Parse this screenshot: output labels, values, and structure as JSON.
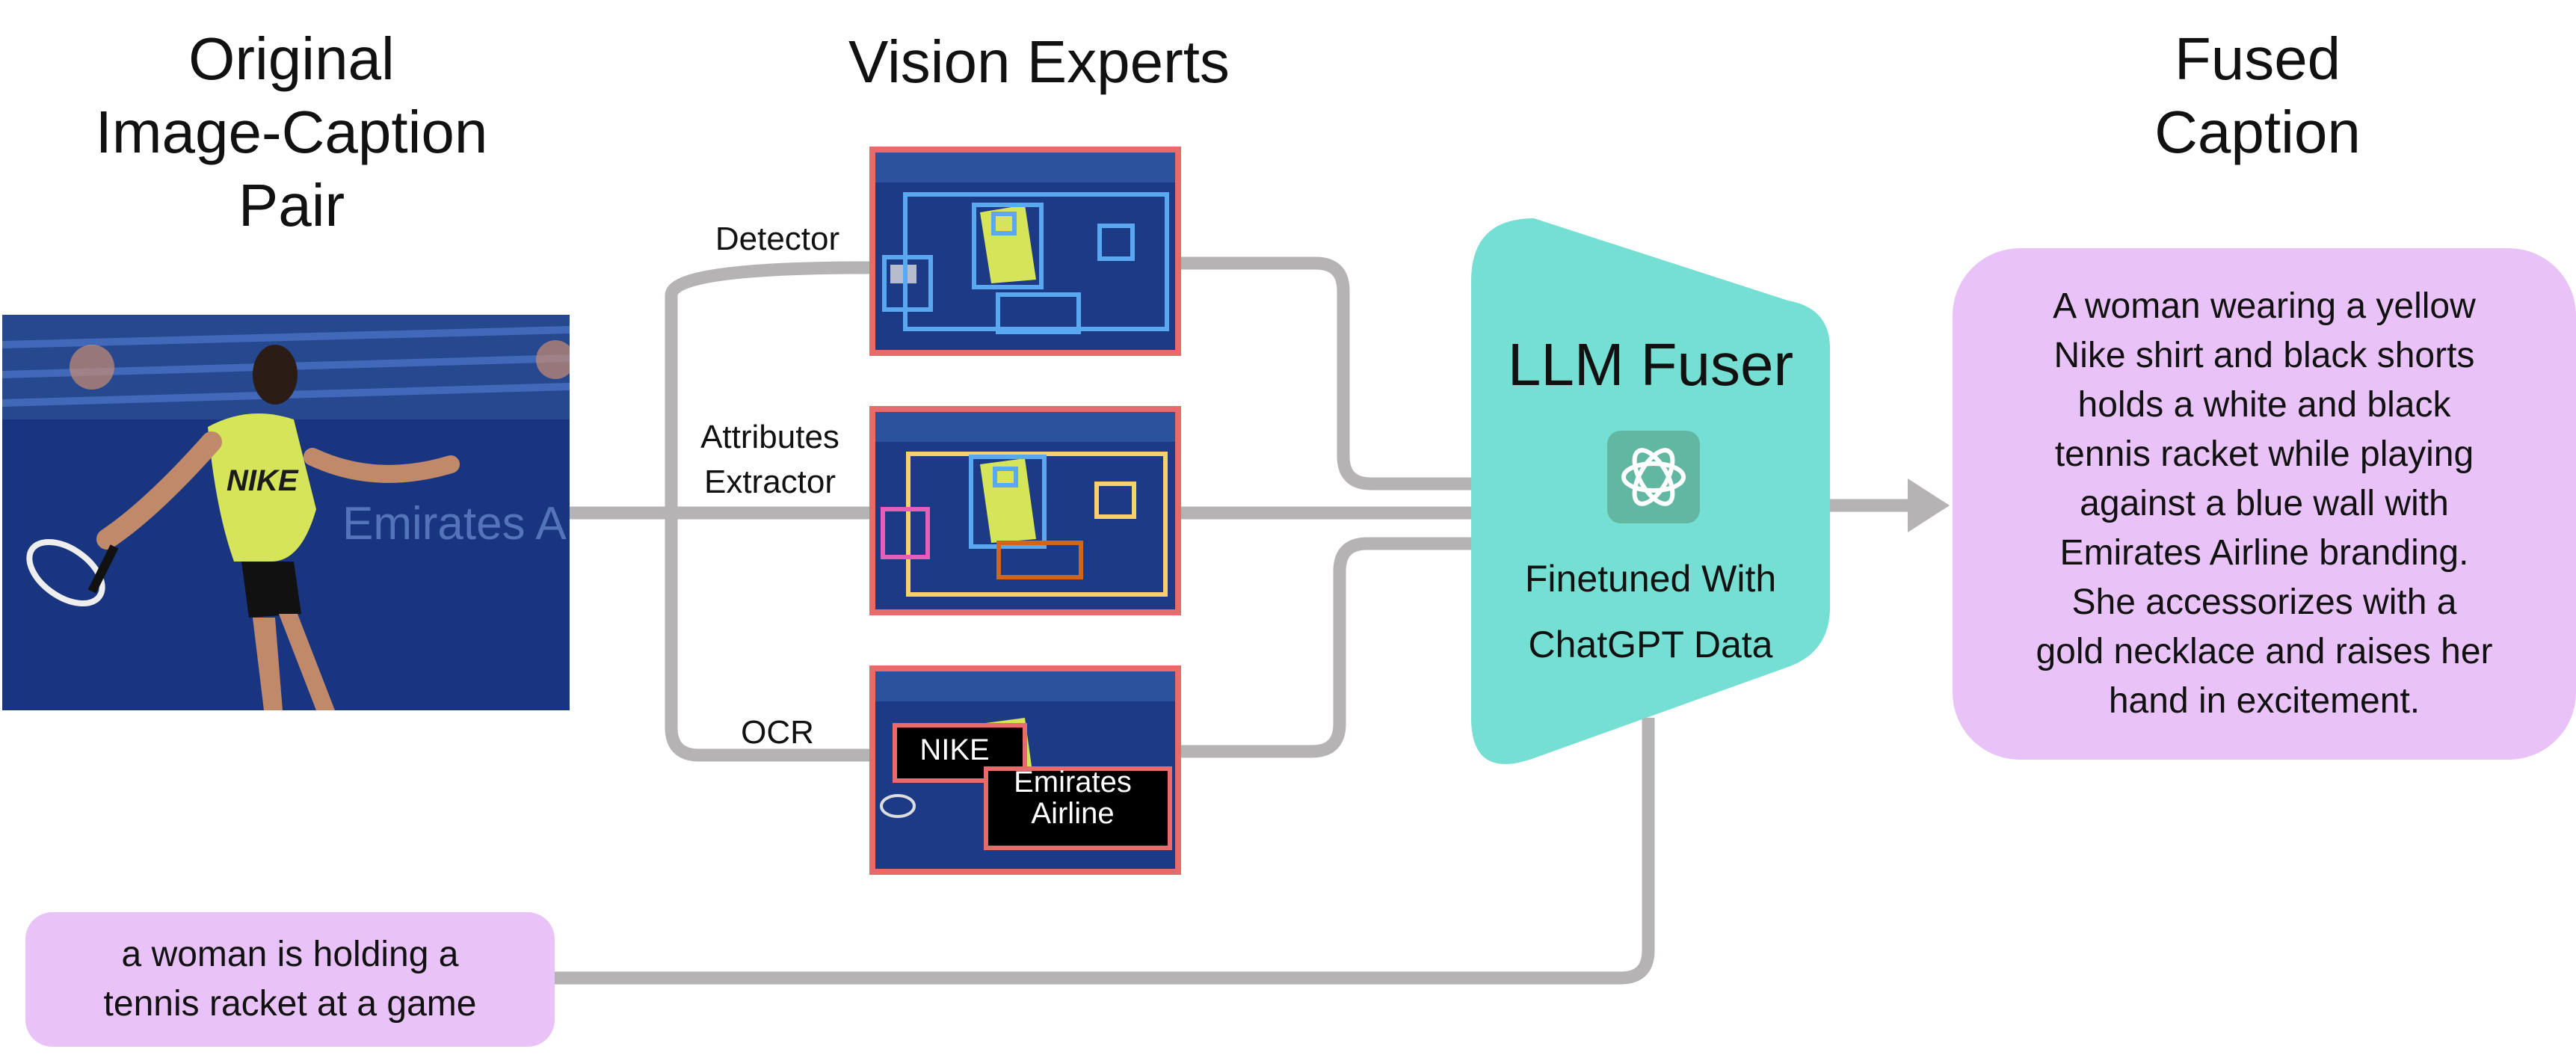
{
  "titles": {
    "original": "Original\nImage-Caption\nPair",
    "experts": "Vision Experts",
    "fused": "Fused\nCaption"
  },
  "experts": {
    "detector": "Detector",
    "attributes": "Attributes\nExtractor",
    "ocr": "OCR"
  },
  "photo": {
    "shirt_text": "NIKE",
    "wall_text": "Emirates Airline"
  },
  "ocr_tags": {
    "nike": "NIKE",
    "emirates": "Emirates\nAirline"
  },
  "fuser": {
    "title": "LLM Fuser",
    "subtitle": "Finetuned With\nChatGPT Data",
    "icon": "chatgpt-logo-icon"
  },
  "fused_caption": "A woman wearing a yellow\nNike shirt and black shorts\nholds a white and black\ntennis racket while playing\nagainst a blue wall with\nEmirates Airline branding.\nShe accessorizes with a\ngold necklace and raises her\nhand in excitement.",
  "original_caption": "a woman is holding a\ntennis racket at a game",
  "colors": {
    "connector": "#b5b3b3",
    "fuser": "#74dfd2",
    "bubble": "#e9c2f7",
    "thumb_border": "#e96a6a",
    "det_box": "#5aa9f0",
    "attr_yellow": "#f5d36b",
    "attr_pink": "#e65fb7",
    "attr_orange": "#d2651a"
  }
}
